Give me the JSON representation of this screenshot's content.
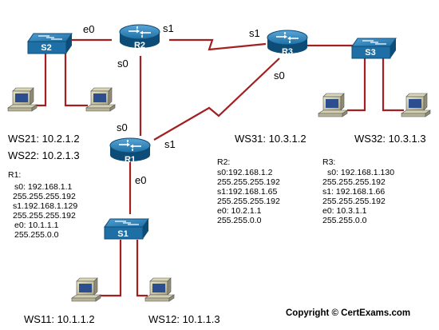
{
  "devices": {
    "routers": {
      "r1": "R1",
      "r2": "R2",
      "r3": "R3"
    },
    "switches": {
      "s1": "S1",
      "s2": "S2",
      "s3": "S3"
    }
  },
  "interfaces": {
    "r2_e0": "e0",
    "r2_s1": "s1",
    "r2_s0": "s0",
    "r3_s1": "s1",
    "r3_s0": "s0",
    "r1_s0": "s0",
    "r1_s1": "s1",
    "r1_e0": "e0"
  },
  "workstations": {
    "ws21": "WS21: 10.2.1.2",
    "ws22": "WS22: 10.2.1.3",
    "ws31": "WS31: 10.3.1.2",
    "ws32": "WS32: 10.3.1.3",
    "ws11": "WS11: 10.1.1.2",
    "ws12": "WS12: 10.1.1.3"
  },
  "configs": {
    "r1": {
      "title": "R1:",
      "lines": [
        "s0: 192.168.1.1",
        "255.255.255.192",
        "s1.192.168.1.129",
        "255.255.255.192",
        "e0: 10.1.1.1",
        "255.255.0.0"
      ]
    },
    "r2": {
      "title": "R2:",
      "lines": [
        "s0:192.168.1.2",
        "255.255.255.192",
        "s1:192.168.1.65",
        "255.255.255.192",
        "e0: 10.2.1.1",
        "255.255.0.0"
      ]
    },
    "r3": {
      "title": "R3:",
      "lines": [
        "s0: 192.168.1.130",
        "255.255.255.192",
        "s1: 192.168.1.66",
        "255.255.255.192",
        "e0: 10.3.1.1",
        "255.255.0.0"
      ]
    }
  },
  "copyright": "Copyright © CertExams.com",
  "colors": {
    "link": "#a32020",
    "device_blue": "#1d6fa5",
    "device_dark": "#0e4c78"
  },
  "icons": {
    "router": "router-icon",
    "switch": "switch-icon",
    "workstation": "workstation-icon"
  }
}
